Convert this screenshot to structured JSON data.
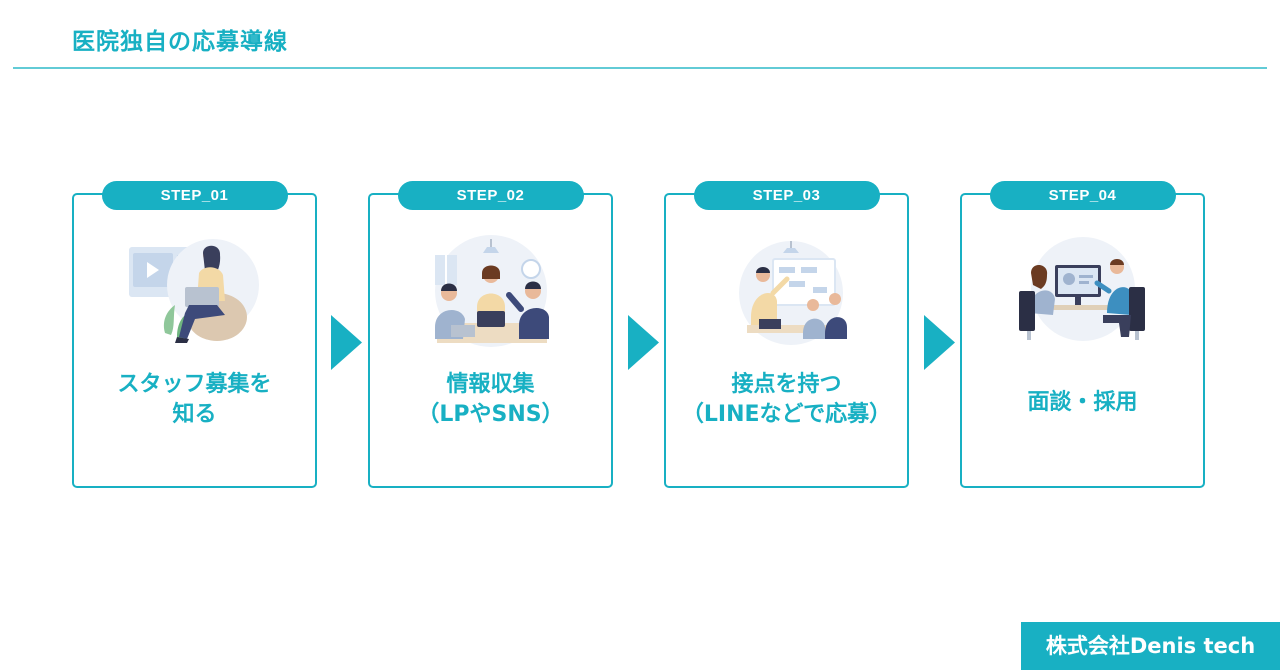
{
  "page": {
    "title": "医院独自の応募導線"
  },
  "steps": [
    {
      "badge": "STEP_01",
      "label_lines": [
        "スタッフ募集を",
        "知る"
      ],
      "illustration": "woman-laptop-video-icon"
    },
    {
      "badge": "STEP_02",
      "label_lines": [
        "情報収集",
        "（LPやSNS）"
      ],
      "illustration": "team-meeting-icon"
    },
    {
      "badge": "STEP_03",
      "label_lines": [
        "接点を持つ",
        "（LINEなどで応募）"
      ],
      "illustration": "presentation-icon"
    },
    {
      "badge": "STEP_04",
      "label_lines": [
        "面談・採用"
      ],
      "illustration": "interview-desk-icon"
    }
  ],
  "brand": {
    "name": "株式会社Denis tech"
  },
  "colors": {
    "accent": "#18b0c3",
    "rule": "#62cbd6",
    "background": "#ffffff"
  }
}
